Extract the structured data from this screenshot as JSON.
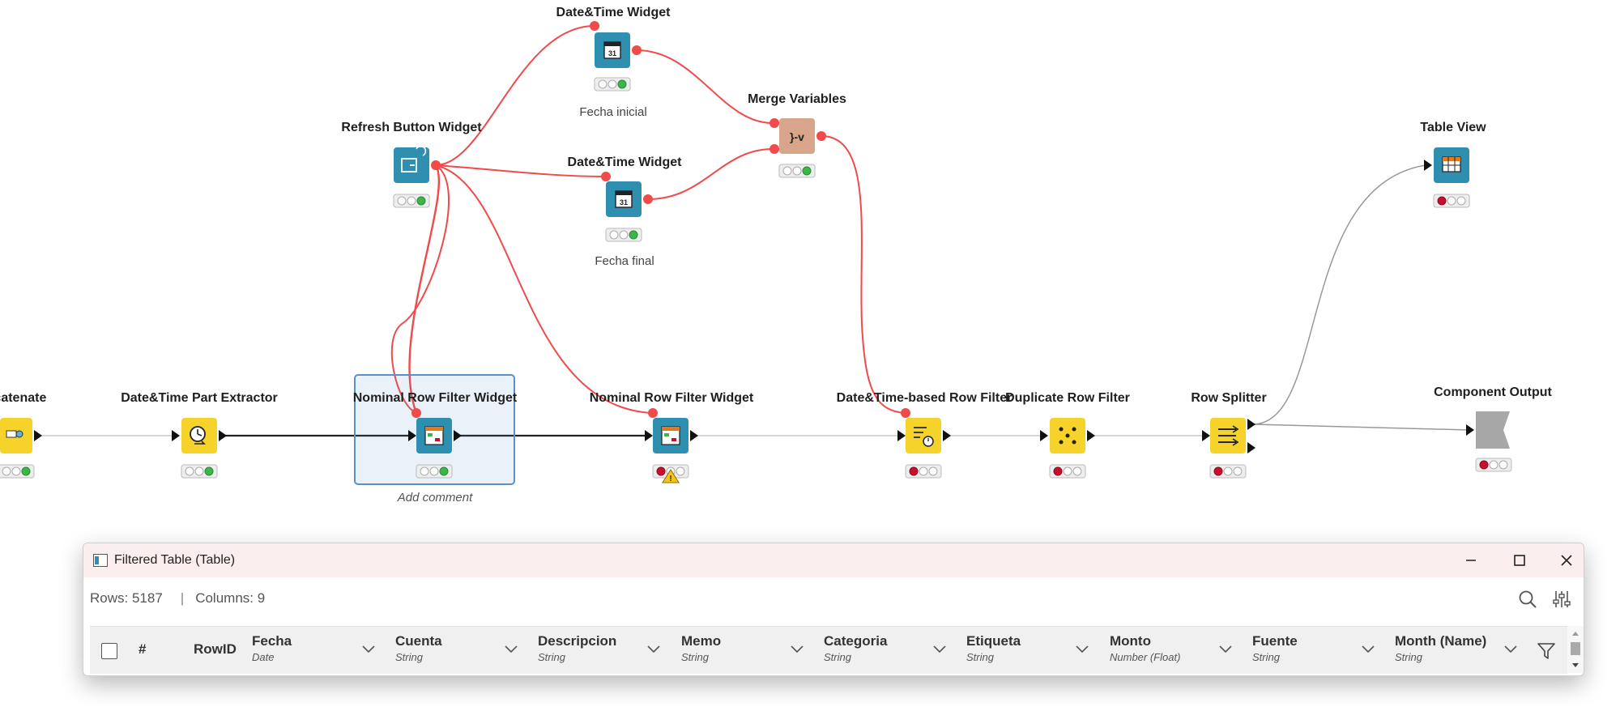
{
  "canvas": {
    "nodes": {
      "concatenate_label": "ncatenate",
      "dt_part_extractor_label": "Date&Time Part Extractor",
      "refresh_button_label": "Refresh Button Widget",
      "dt_widget_1_label": "Date&Time Widget",
      "dt_widget_1_comment": "Fecha inicial",
      "dt_widget_2_label": "Date&Time Widget",
      "dt_widget_2_comment": "Fecha final",
      "merge_variables_label": "Merge Variables",
      "table_view_label": "Table View",
      "nominal_filter_1_label": "Nominal Row Filter Widget",
      "nominal_filter_1_comment": "Add comment",
      "nominal_filter_2_label": "Nominal Row Filter Widget",
      "dt_row_filter_label": "Date&Time-based Row Filter",
      "duplicate_filter_label": "Duplicate Row Filter",
      "row_splitter_label": "Row Splitter",
      "component_output_label": "Component Output"
    },
    "colors": {
      "widget_blue": "#2f8fb0",
      "manipulator_yellow": "#f6d32b",
      "variable_tan": "#d8a48a",
      "output_gray": "#a7a7a7",
      "variable_connection": "#f04a4a",
      "data_connection": "#333333",
      "status_green": "#3cb648",
      "status_red": "#c8102e",
      "warning_yellow": "#f5c518"
    }
  },
  "table_window": {
    "title": "Filtered Table (Table)",
    "rows_text": "Rows: 5187",
    "separator": "|",
    "columns_text": "Columns: 9",
    "minimize_icon": "minimize-icon",
    "maximize_icon": "maximize-icon",
    "close_icon": "close-icon",
    "header": {
      "hash": "#",
      "rowid": "RowID",
      "columns": [
        {
          "name": "Fecha",
          "type": "Date"
        },
        {
          "name": "Cuenta",
          "type": "String"
        },
        {
          "name": "Descripcion",
          "type": "String"
        },
        {
          "name": "Memo",
          "type": "String"
        },
        {
          "name": "Categoria",
          "type": "String"
        },
        {
          "name": "Etiqueta",
          "type": "String"
        },
        {
          "name": "Monto",
          "type": "Number (Float)"
        },
        {
          "name": "Fuente",
          "type": "String"
        },
        {
          "name": "Month (Name)",
          "type": "String"
        }
      ]
    }
  }
}
